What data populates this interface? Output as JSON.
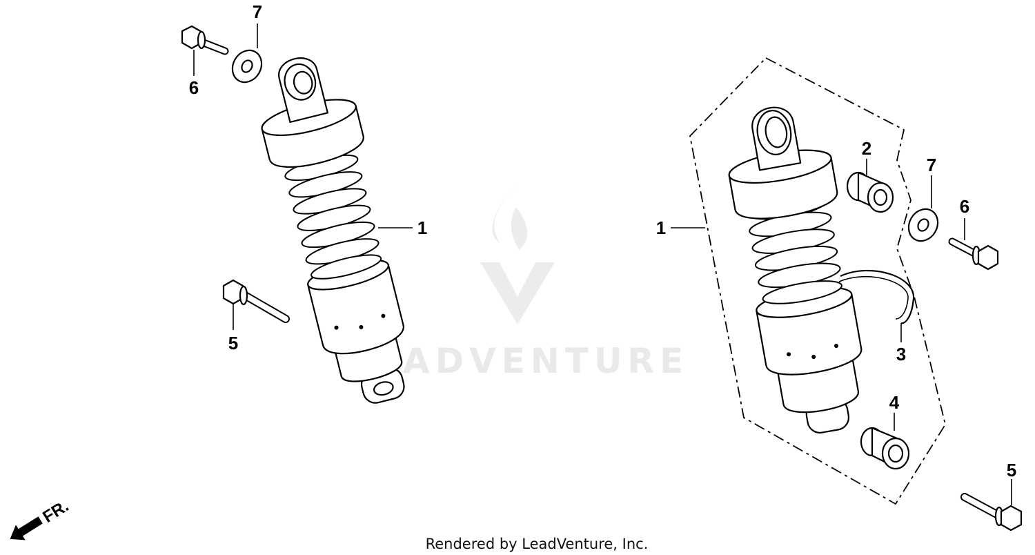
{
  "watermark": {
    "brand": "LEADVENTURE"
  },
  "footer": {
    "text": "Rendered by LeadVenture, Inc."
  },
  "direction": {
    "label": "FR."
  },
  "callouts": {
    "left_shock": "1",
    "left_bolt_top": "6",
    "left_washer": "7",
    "left_bolt_bottom": "5",
    "right_shock": "1",
    "bushing_upper": "2",
    "bushing_lower": "4",
    "clip": "3",
    "right_washer": "7",
    "right_bolt_top": "6",
    "right_bolt_bottom": "5"
  }
}
